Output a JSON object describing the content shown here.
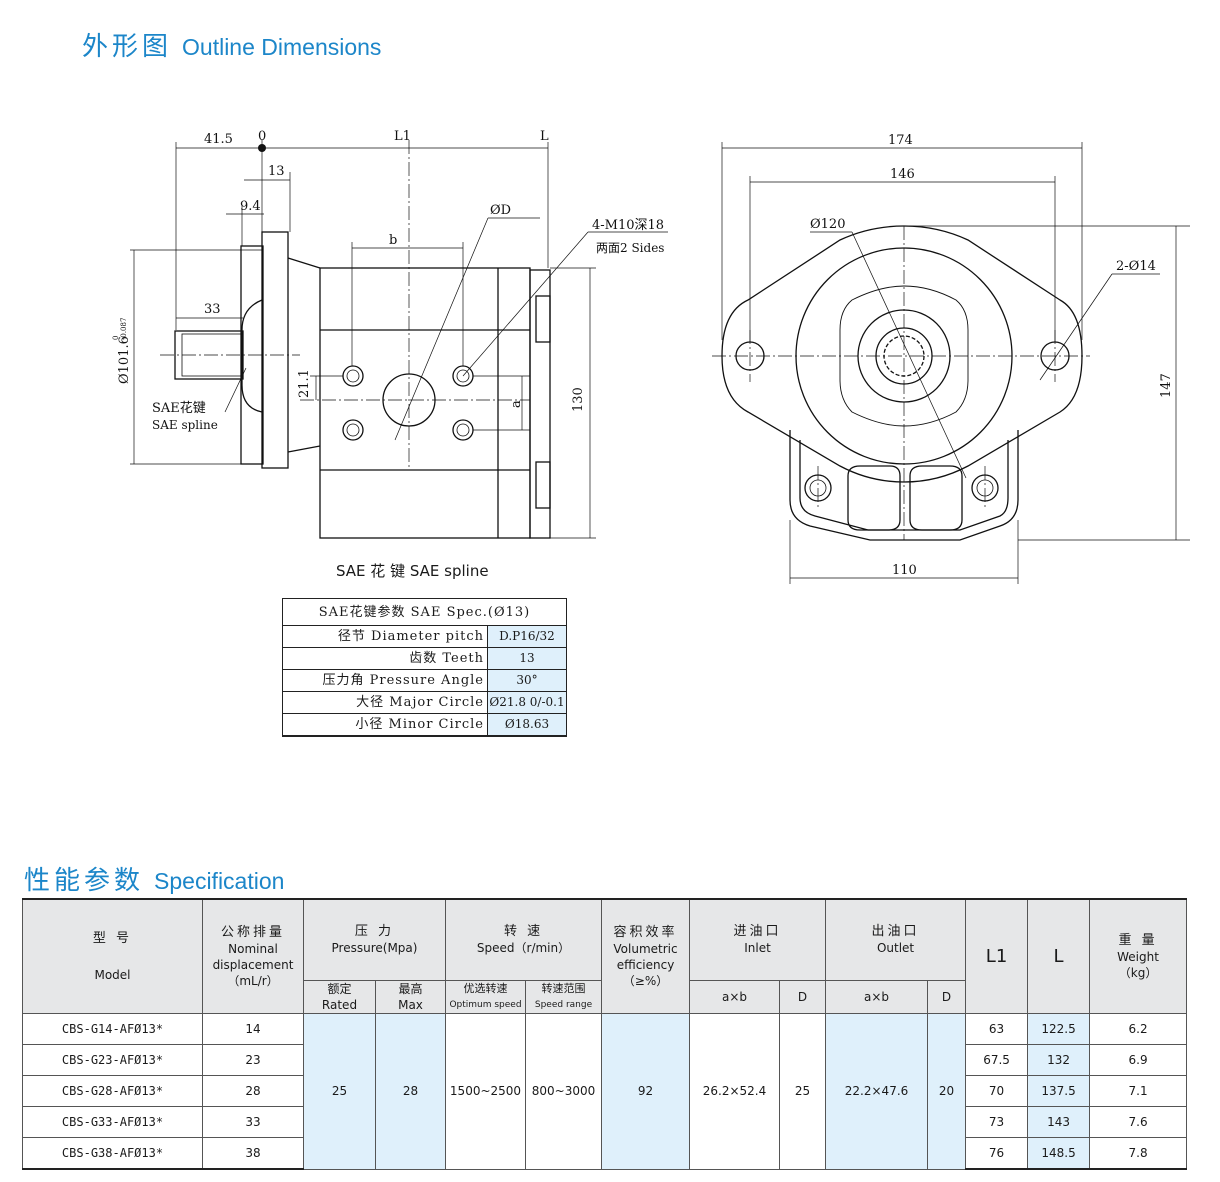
{
  "outline": {
    "title_cn": "外形图",
    "title_en": "Outline Dimensions"
  },
  "spec_section": {
    "title_cn": "性能参数",
    "title_en": "Specification"
  },
  "side_view": {
    "dim_41_5": "41.5",
    "dim_0": "0",
    "dim_l1": "L1",
    "dim_l": "L",
    "dim_13": "13",
    "dim_9_4": "9.4",
    "dim_phi_d": "ØD",
    "dim_b": "b",
    "dim_m10": "4-M10深18",
    "dim_2sides": "两面2 Sides",
    "dim_33": "33",
    "dim_dia": "Ø101.6",
    "dim_dia_tol_top": "0",
    "dim_dia_tol_bot": "-0.087",
    "dim_21_1": "21.1",
    "dim_a": "a",
    "dim_130": "130",
    "spline_cn": "SAE花键",
    "spline_en": "SAE spline",
    "caption": "SAE 花 键   SAE spline"
  },
  "front_view": {
    "dim_174": "174",
    "dim_146": "146",
    "dim_120": "Ø120",
    "dim_2_14": "2-Ø14",
    "dim_147": "147",
    "dim_110": "110"
  },
  "sae_spec": {
    "header": "SAE花键参数   SAE Spec.(Ø13)",
    "rows": [
      {
        "label": "径节 Diameter pitch",
        "value": "D.P16/32"
      },
      {
        "label": "齿数 Teeth",
        "value": "13"
      },
      {
        "label": "压力角 Pressure Angle",
        "value": "30°"
      },
      {
        "label": "大径 Major Circle",
        "value": "Ø21.8 0/-0.1"
      },
      {
        "label": "小径 Minor Circle",
        "value": "Ø18.63"
      }
    ]
  },
  "spec_table": {
    "headers": {
      "model_cn": "型    号",
      "model_en": "Model",
      "disp_cn": "公称排量",
      "disp_en1": "Nominal",
      "disp_en2": "displacement",
      "disp_unit": "（mL/r）",
      "press_cn": "压  力",
      "press_en": "Pressure(Mpa)",
      "rated_cn": "额定",
      "rated_en": "Rated",
      "max_cn": "最高",
      "max_en": "Max",
      "speed_cn": "转    速",
      "speed_en": "Speed（r/min）",
      "opt_cn": "优选转速",
      "opt_en": "Optimum speed",
      "range_cn": "转速范围",
      "range_en": "Speed range",
      "eff_cn": "容积效率",
      "eff_en1": "Volumetric",
      "eff_en2": "efficiency",
      "eff_unit": "（≥%）",
      "inlet_cn": "进油口",
      "inlet_en": "Inlet",
      "outlet_cn": "出油口",
      "outlet_en": "Outlet",
      "axb": "a×b",
      "d": "D",
      "l1": "L1",
      "l": "L",
      "weight_cn": "重  量",
      "weight_en": "Weight",
      "weight_unit": "（kg）"
    },
    "shared": {
      "rated": "25",
      "max": "28",
      "optimum": "1500~2500",
      "range": "800~3000",
      "efficiency": "92",
      "inlet_axb": "26.2×52.4",
      "inlet_d": "25",
      "outlet_axb": "22.2×47.6",
      "outlet_d": "20"
    },
    "rows": [
      {
        "model": "CBS-G14-AFØ13*",
        "disp": "14",
        "l1": "63",
        "l": "122.5",
        "weight": "6.2"
      },
      {
        "model": "CBS-G23-AFØ13*",
        "disp": "23",
        "l1": "67.5",
        "l": "132",
        "weight": "6.9"
      },
      {
        "model": "CBS-G28-AFØ13*",
        "disp": "28",
        "l1": "70",
        "l": "137.5",
        "weight": "7.1"
      },
      {
        "model": "CBS-G33-AFØ13*",
        "disp": "33",
        "l1": "73",
        "l": "143",
        "weight": "7.6"
      },
      {
        "model": "CBS-G38-AFØ13*",
        "disp": "38",
        "l1": "76",
        "l": "148.5",
        "weight": "7.8"
      }
    ]
  }
}
